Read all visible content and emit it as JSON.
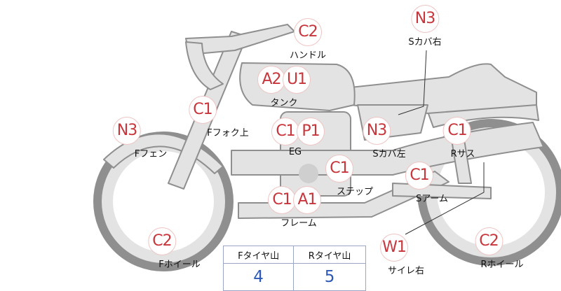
{
  "parts": [
    {
      "key": "handle",
      "grades": [
        "C2"
      ],
      "label": "ハンドル"
    },
    {
      "key": "s_cover_right",
      "grades": [
        "N3"
      ],
      "label": "Sカバ右"
    },
    {
      "key": "tank",
      "grades": [
        "A2",
        "U1"
      ],
      "label": "タンク"
    },
    {
      "key": "f_fork",
      "grades": [
        "C1"
      ],
      "label": "Fフォク上"
    },
    {
      "key": "f_fender",
      "grades": [
        "N3"
      ],
      "label": "Fフェン"
    },
    {
      "key": "engine",
      "grades": [
        "C1",
        "P1"
      ],
      "label": "EG"
    },
    {
      "key": "s_cover_left",
      "grades": [
        "N3"
      ],
      "label": "Sカバ左"
    },
    {
      "key": "r_suspension",
      "grades": [
        "C1"
      ],
      "label": "Rサス"
    },
    {
      "key": "step",
      "grades": [
        "C1"
      ],
      "label": "ステップ"
    },
    {
      "key": "s_arm",
      "grades": [
        "C1"
      ],
      "label": "Sアーム"
    },
    {
      "key": "frame",
      "grades": [
        "C1",
        "A1"
      ],
      "label": "フレーム"
    },
    {
      "key": "f_wheel",
      "grades": [
        "C2"
      ],
      "label": "Fホイール"
    },
    {
      "key": "silencer_right",
      "grades": [
        "W1"
      ],
      "label": "サイレ右"
    },
    {
      "key": "r_wheel",
      "grades": [
        "C2"
      ],
      "label": "Rホイール"
    }
  ],
  "tread_table": {
    "front_header": "Fタイヤ山",
    "rear_header": "Rタイヤ山",
    "front_value": "4",
    "rear_value": "5"
  },
  "colors": {
    "grade_text": "#c8353b",
    "grade_border": "#efc4c4",
    "bike_fill": "#e3e3e3",
    "bike_stroke": "#8f8f8f",
    "value_text": "#2d58b6"
  }
}
